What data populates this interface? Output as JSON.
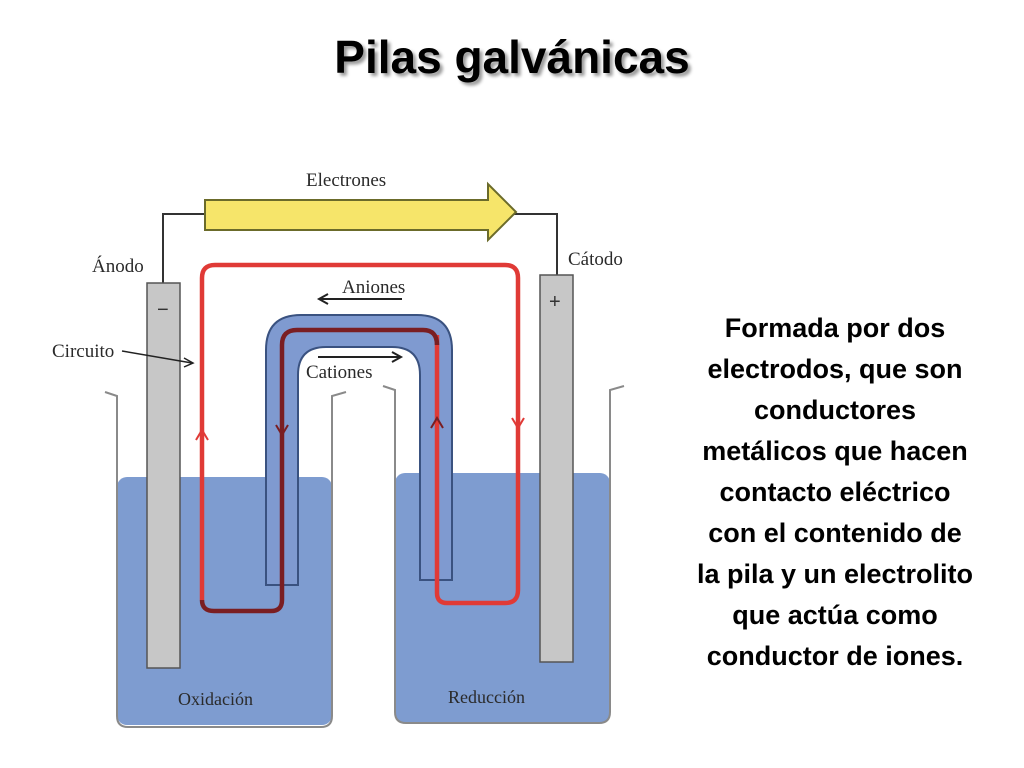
{
  "title": "Pilas galvánicas",
  "description_lines": [
    "Formada por dos",
    "electrodos, que son",
    "conductores",
    "metálicos que hacen",
    "contacto eléctrico",
    "con el contenido de",
    "la pila y un electrolito",
    "que actúa como",
    "conductor de iones."
  ],
  "diagram": {
    "labels": {
      "electrons": "Electrones",
      "anode": "Ánodo",
      "cathode": "Cátodo",
      "anions": "Aniones",
      "cations": "Cationes",
      "circuit": "Circuito",
      "oxidation": "Oxidación",
      "reduction": "Reducción",
      "minus": "−",
      "plus": "+"
    },
    "colors": {
      "solution": "#7e9cd0",
      "salt_bridge": "#7f9ad0",
      "circuit_red": "#e03a36",
      "circuit_dark_red": "#7a1e22",
      "electron_arrow": "#f6e56a",
      "electrode": "#c7c7c7"
    }
  }
}
